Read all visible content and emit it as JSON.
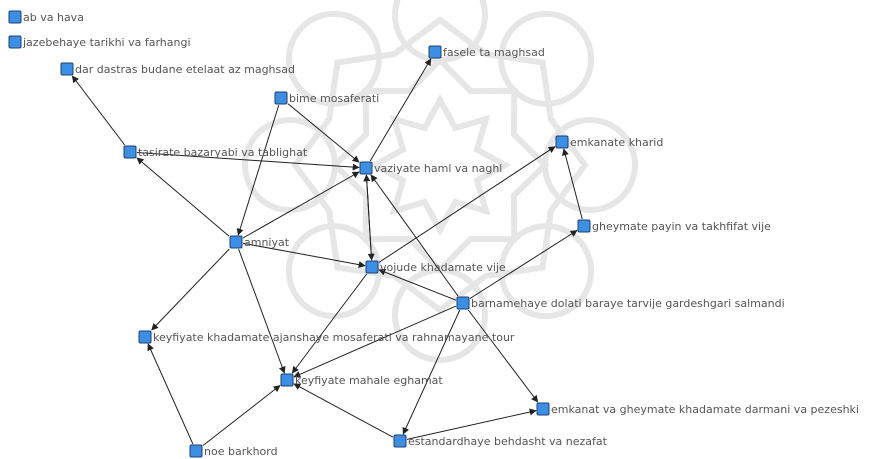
{
  "colors": {
    "node_fill": "#3d8fe6",
    "node_stroke": "#1d3f6e",
    "edge": "#222222",
    "label": "#555555",
    "watermark": "#e6e6e6"
  },
  "nodes": [
    {
      "id": "ab_va_hava",
      "label": "ab va hava"
    },
    {
      "id": "jazebehaye",
      "label": "jazebehaye tarikhi va farhangi"
    },
    {
      "id": "dar_dastras",
      "label": "dar dastras budane etelaat az maghsad"
    },
    {
      "id": "fasele",
      "label": "fasele ta maghsad"
    },
    {
      "id": "bime",
      "label": "bime mosaferati"
    },
    {
      "id": "vaziyate",
      "label": "vaziyate haml va naghl"
    },
    {
      "id": "tasirate",
      "label": "tasirate bazaryabi va tablighat"
    },
    {
      "id": "emkanate_kharid",
      "label": "emkanate kharid"
    },
    {
      "id": "gheymate",
      "label": "gheymate payin va takhfifat vije"
    },
    {
      "id": "amniyat",
      "label": "amniyat"
    },
    {
      "id": "vojude",
      "label": "vojude khadamate vije"
    },
    {
      "id": "barnamehaye",
      "label": "barnamehaye dolati baraye tarvije gardeshgari salmandi"
    },
    {
      "id": "keyfiyate_khadamate",
      "label": "keyfiyate khadamate ajanshaye mosaferati va rahnamayane tour"
    },
    {
      "id": "keyfiyate_mahale",
      "label": "keyfiyate mahale eghamat"
    },
    {
      "id": "emkanat_gheymate",
      "label": "emkanat va gheymate khadamate darmani va pezeshki"
    },
    {
      "id": "estandardhaye",
      "label": "estandardhaye behdasht va nezafat"
    },
    {
      "id": "noe_barkhord",
      "label": "noe barkhord"
    }
  ],
  "edges": [
    {
      "from": "tasirate",
      "to": "dar_dastras"
    },
    {
      "from": "amniyat",
      "to": "tasirate"
    },
    {
      "from": "bime",
      "to": "amniyat"
    },
    {
      "from": "bime",
      "to": "vaziyate"
    },
    {
      "from": "tasirate",
      "to": "vaziyate"
    },
    {
      "from": "amniyat",
      "to": "vaziyate"
    },
    {
      "from": "vaziyate",
      "to": "fasele"
    },
    {
      "from": "vojude",
      "to": "vaziyate"
    },
    {
      "from": "vaziyate",
      "to": "vojude"
    },
    {
      "from": "barnamehaye",
      "to": "vaziyate"
    },
    {
      "from": "amniyat",
      "to": "vojude"
    },
    {
      "from": "barnamehaye",
      "to": "vojude"
    },
    {
      "from": "vojude",
      "to": "emkanate_kharid"
    },
    {
      "from": "gheymate",
      "to": "emkanate_kharid"
    },
    {
      "from": "barnamehaye",
      "to": "gheymate"
    },
    {
      "from": "amniyat",
      "to": "keyfiyate_khadamate"
    },
    {
      "from": "amniyat",
      "to": "keyfiyate_mahale"
    },
    {
      "from": "vojude",
      "to": "keyfiyate_mahale"
    },
    {
      "from": "barnamehaye",
      "to": "keyfiyate_mahale"
    },
    {
      "from": "barnamehaye",
      "to": "estandardhaye"
    },
    {
      "from": "barnamehaye",
      "to": "emkanat_gheymate"
    },
    {
      "from": "estandardhaye",
      "to": "emkanat_gheymate"
    },
    {
      "from": "estandardhaye",
      "to": "keyfiyate_mahale"
    },
    {
      "from": "noe_barkhord",
      "to": "keyfiyate_khadamate"
    },
    {
      "from": "noe_barkhord",
      "to": "keyfiyate_mahale"
    }
  ]
}
